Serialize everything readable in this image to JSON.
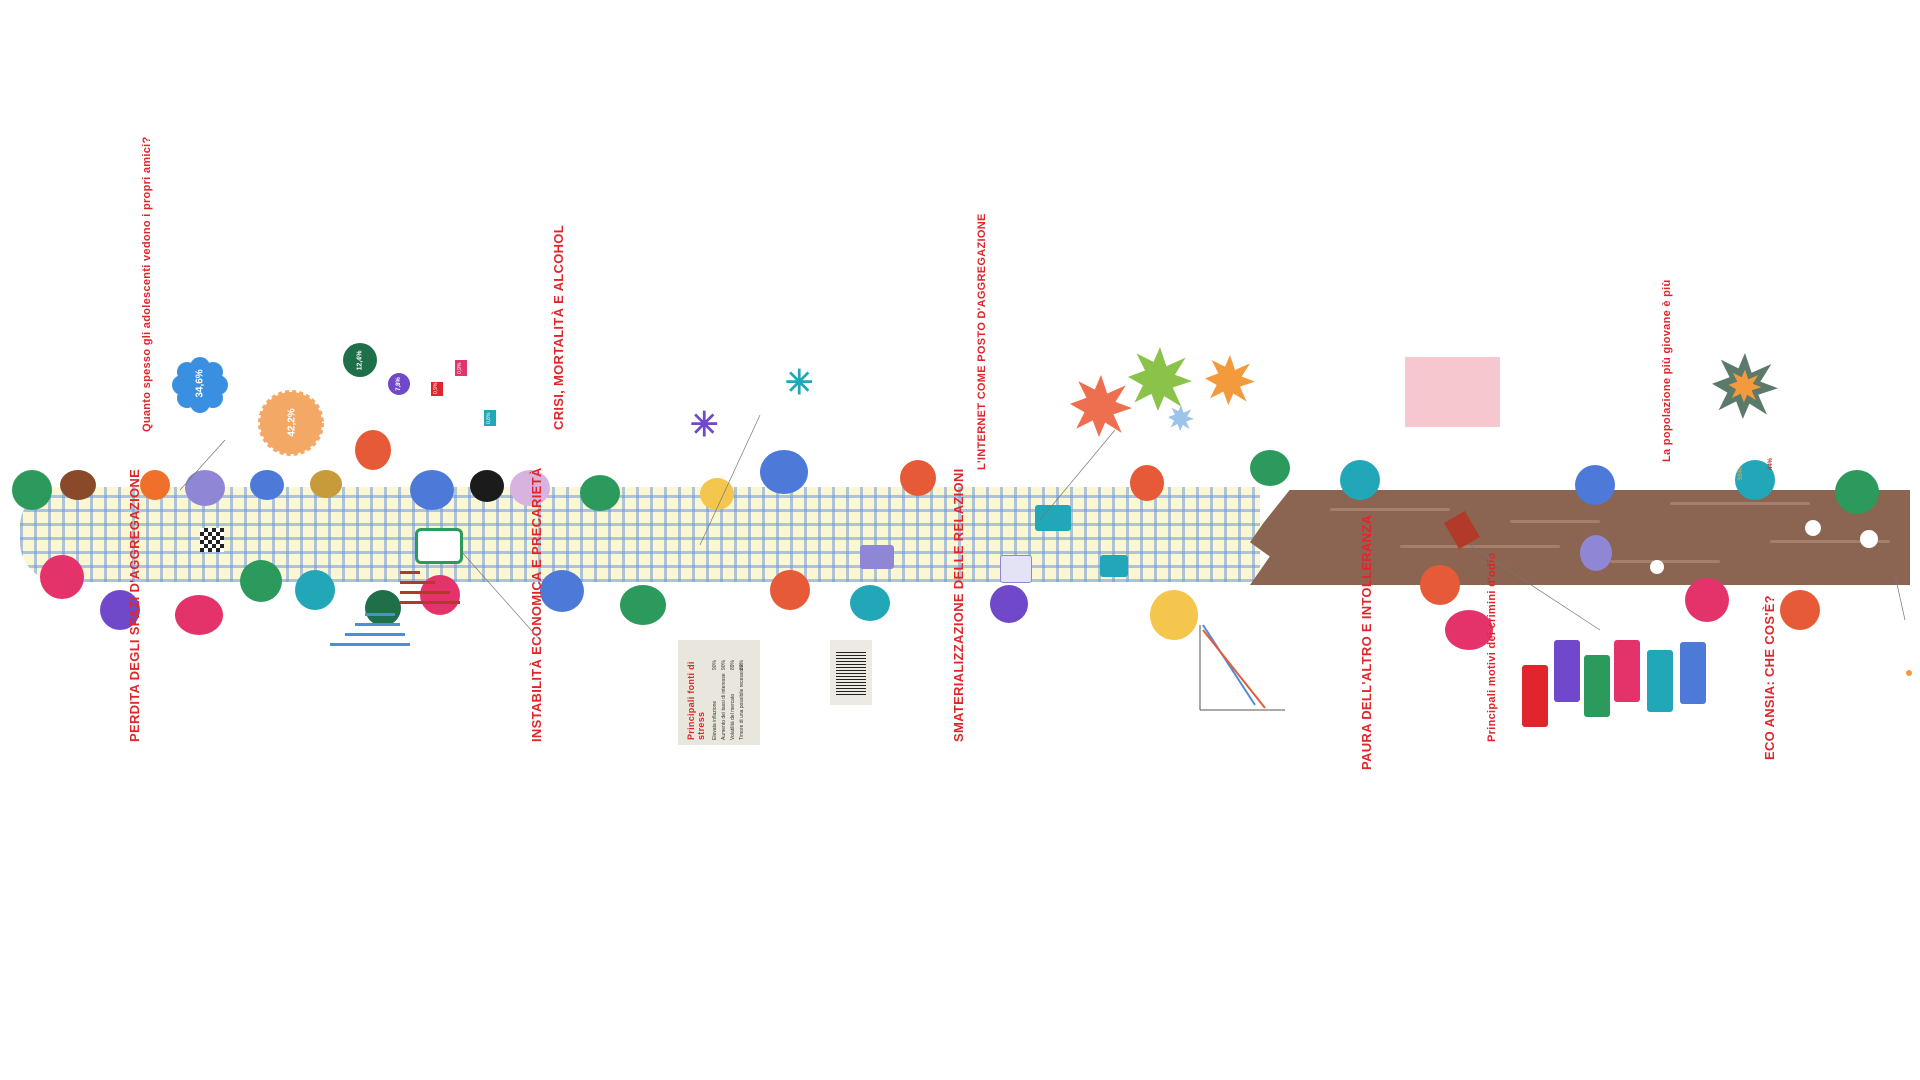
{
  "sections": {
    "s1_title": "PERDITA DEGLI SPAZI D'AGGREGAZIONE",
    "s1_question": "Quanto spesso gli adolescenti vedono i propri amici?",
    "s2_title": "INSTABILITÀ ECONOMICA E PRECARIETÀ",
    "s3_title": "CRISI, MORTALITÀ E ALCOHOL",
    "s4_title": "SMATERIALIZZAZIONE DELLE RELAZIONI",
    "s4_question": "L'INTERNET COME POSTO D'AGGREGAZIONE",
    "s5_title": "PAURA DELL'ALTRO E INTOLLERANZA",
    "s5_sub": "Principali motivi dei crimini d'odio",
    "s6_title": "La popolazione più giovane è più",
    "s7_title": "ECO ANSIA: CHE COS'È?"
  },
  "stats": {
    "b1": "34,6%",
    "b2": "42,2%",
    "b3": "12,4%",
    "b4": "7,8%",
    "b5": "0,9%",
    "b6": "0,9%",
    "b7": "0,8%",
    "s6_a": "55%",
    "s6_b": "44%"
  },
  "stress_panel": {
    "title": "Principali fonti di stress",
    "rows": [
      {
        "label": "Elevata inflazione",
        "value": "90%"
      },
      {
        "label": "Aumento dei tassi di interesse",
        "value": "90%"
      },
      {
        "label": "Volatilità del mercato",
        "value": "89%"
      },
      {
        "label": "Timore di una possibile recessione",
        "value": "87%"
      }
    ]
  },
  "colors": {
    "accent_red": "#e0262b",
    "cloth": "#fbf7d2",
    "grid": "#6e96dc",
    "wood": "#8b6452",
    "blue_bar": "#4a8fd9",
    "red_bar": "#b23a2a"
  }
}
